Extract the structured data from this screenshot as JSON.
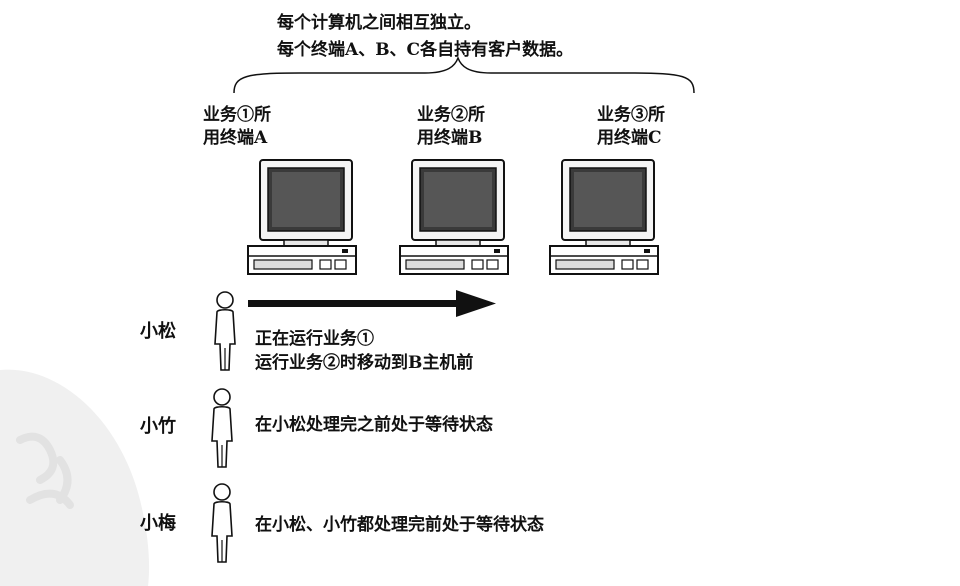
{
  "header_note": {
    "line1": "每个计算机之间相互独立。",
    "line2": "每个终端A、B、C各自持有客户数据。"
  },
  "terminals": [
    {
      "line1": "业务①所",
      "line2": "用终端A"
    },
    {
      "line1": "业务②所",
      "line2": "用终端B"
    },
    {
      "line1": "业务③所",
      "line2": "用终端C"
    }
  ],
  "people": [
    {
      "name": "小松",
      "lines": [
        "正在运行业务①",
        "运行业务②时移动到B主机前"
      ]
    },
    {
      "name": "小竹",
      "lines": [
        "在小松处理完之前处于等待状态"
      ]
    },
    {
      "name": "小梅",
      "lines": [
        "在小松、小竹都处理完前处于等待状态"
      ]
    }
  ],
  "colors": {
    "ink": "#111111",
    "screen": "#3a3a3a",
    "background": "#ffffff",
    "watermark": "#ececec"
  }
}
